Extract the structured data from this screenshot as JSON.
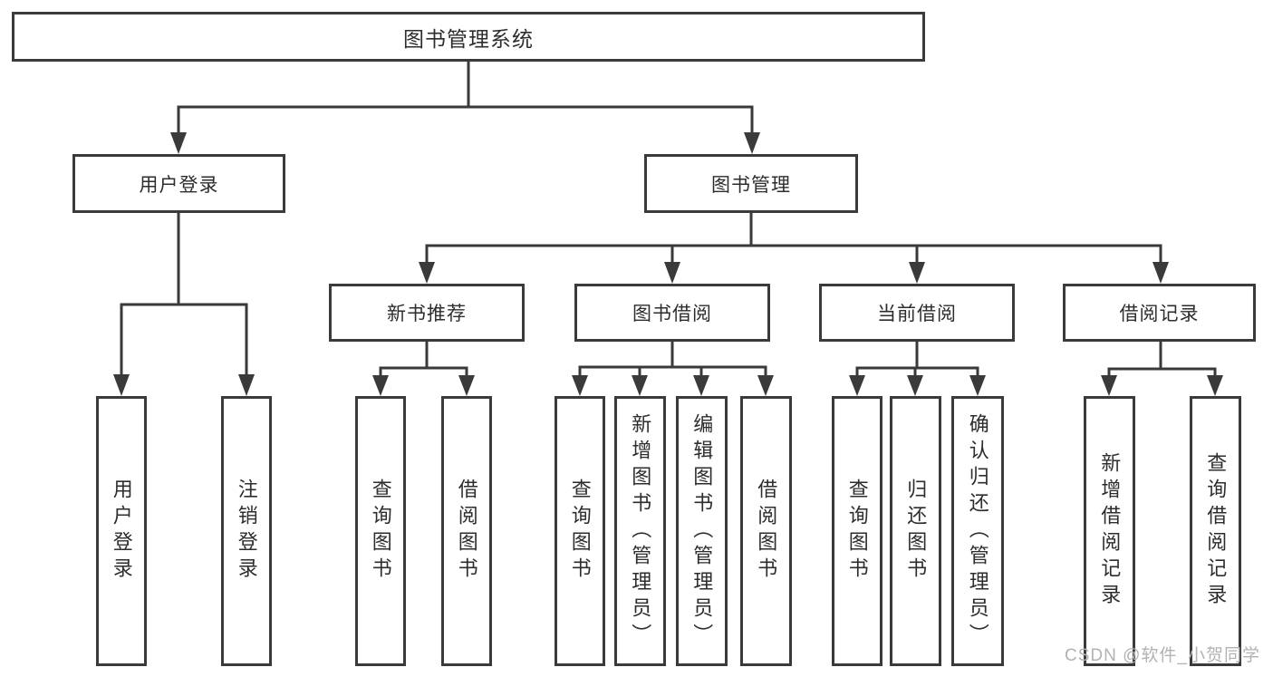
{
  "watermark": "CSDN @软件_小贺同学",
  "colors": {
    "line": "#3a3a3a",
    "text": "#2d2d2d",
    "watermark": "#b2b2b2",
    "background": "#ffffff"
  },
  "tree": {
    "root": "图书管理系统",
    "branches": [
      {
        "label": "用户登录",
        "children": [
          {
            "label": "用户登录"
          },
          {
            "label": "注销登录"
          }
        ]
      },
      {
        "label": "图书管理",
        "children": [
          {
            "label": "新书推荐",
            "children": [
              {
                "label": "查询图书"
              },
              {
                "label": "借阅图书"
              }
            ]
          },
          {
            "label": "图书借阅",
            "children": [
              {
                "label": "查询图书"
              },
              {
                "label": "新增图书（管理员）"
              },
              {
                "label": "编辑图书（管理员）"
              },
              {
                "label": "借阅图书"
              }
            ]
          },
          {
            "label": "当前借阅",
            "children": [
              {
                "label": "查询图书"
              },
              {
                "label": "归还图书"
              },
              {
                "label": "确认归还（管理员）"
              }
            ]
          },
          {
            "label": "借阅记录",
            "children": [
              {
                "label": "新增借阅记录"
              },
              {
                "label": "查询借阅记录"
              }
            ]
          }
        ]
      }
    ]
  }
}
